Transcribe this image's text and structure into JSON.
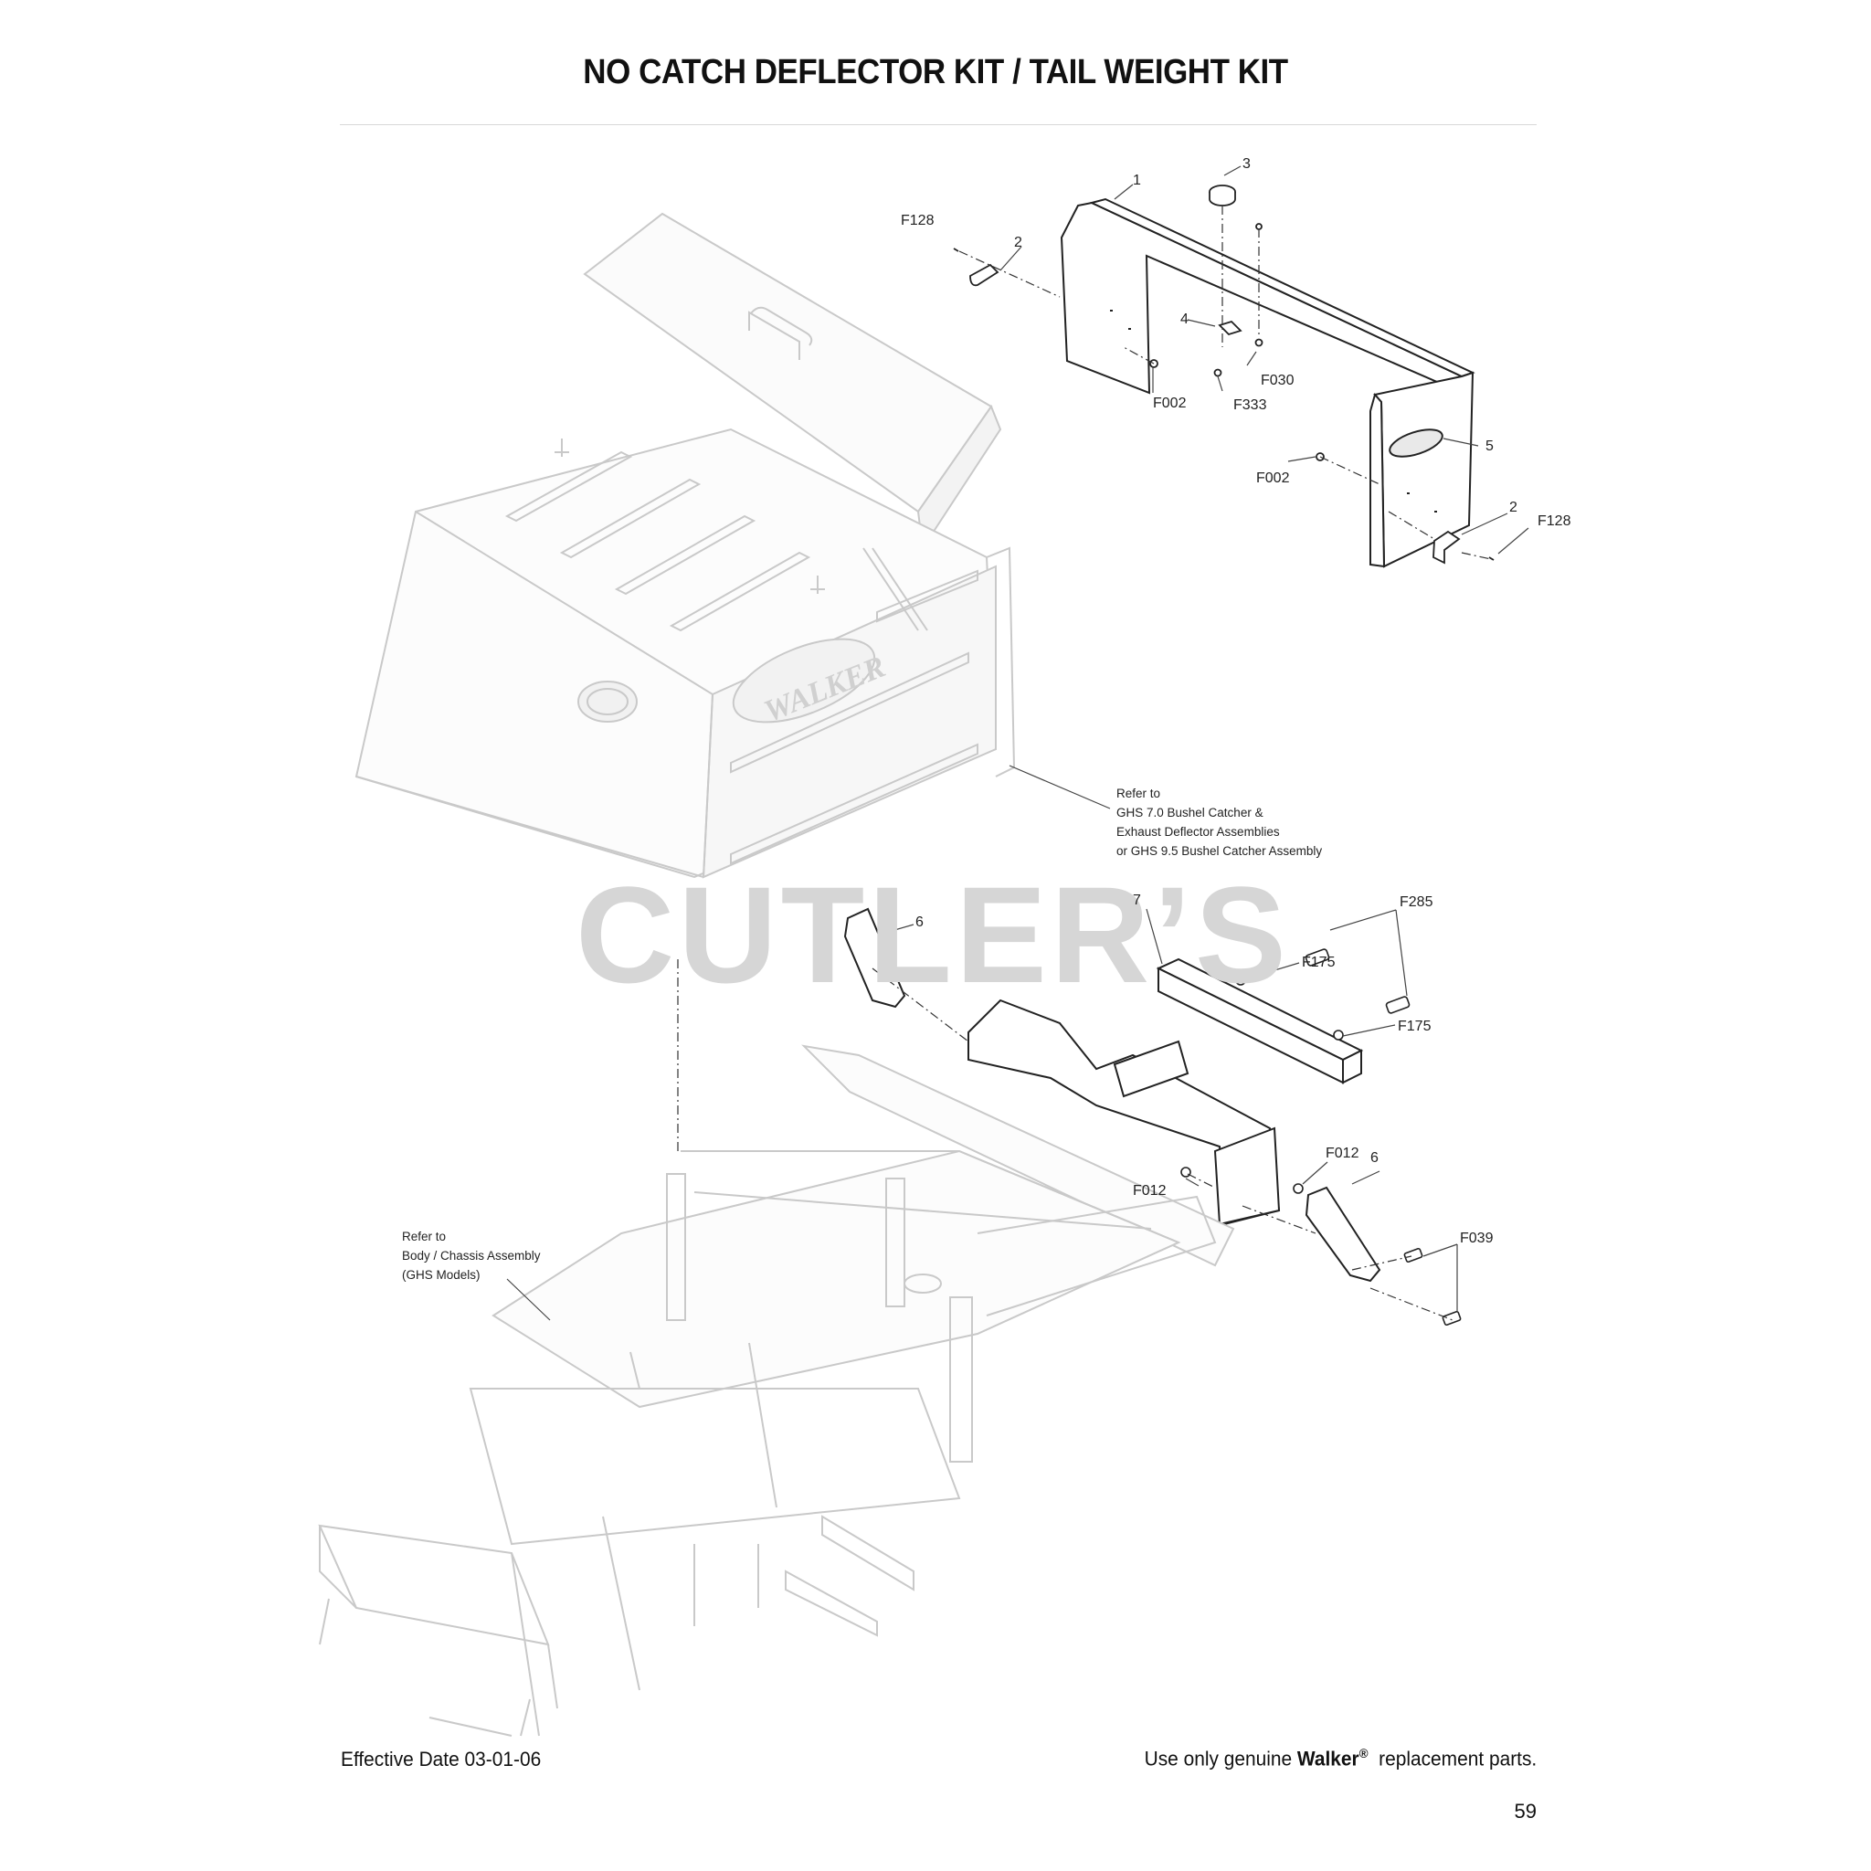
{
  "page": {
    "title": "NO CATCH DEFLECTOR KIT / TAIL WEIGHT KIT",
    "effective_date": "Effective Date 03-01-06",
    "footer_note": {
      "prefix": "Use only genuine ",
      "brand": "Walker",
      "registered": "®",
      "suffix": "replacement parts."
    },
    "page_number": "59"
  },
  "watermark": "CUTLER’S",
  "callouts": {
    "c1": "1",
    "c2a": "2",
    "c2b": "2",
    "c3": "3",
    "c4": "4",
    "c5": "5",
    "c6a": "6",
    "c6b": "6",
    "c7": "7",
    "f128a": "F128",
    "f128b": "F128",
    "f002a": "F002",
    "f002b": "F002",
    "f030": "F030",
    "f333": "F333",
    "f285": "F285",
    "f175a": "F175",
    "f175b": "F175",
    "f012a": "F012",
    "f012b": "F012",
    "f039": "F039"
  },
  "notes": {
    "catcher": [
      "Refer to",
      "GHS 7.0 Bushel Catcher &",
      "Exhaust Deflector Assemblies",
      "or GHS 9.5 Bushel Catcher Assembly"
    ],
    "chassis": [
      "Refer to",
      "Body / Chassis Assembly",
      "(GHS Models)"
    ]
  },
  "brand_marks": {
    "catcher_logo": "WALKER"
  }
}
